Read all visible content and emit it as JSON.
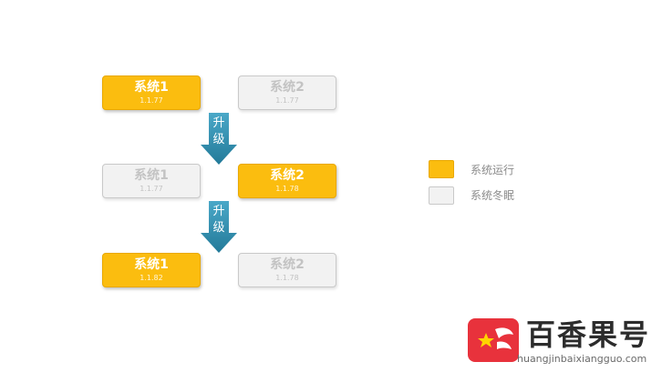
{
  "diagram": {
    "rows": [
      {
        "left": {
          "name": "系统1",
          "version": "1.1.77",
          "state": "active"
        },
        "right": {
          "name": "系统2",
          "version": "1.1.77",
          "state": "inactive"
        }
      },
      {
        "left": {
          "name": "系统1",
          "version": "1.1.77",
          "state": "inactive"
        },
        "right": {
          "name": "系统2",
          "version": "1.1.78",
          "state": "active"
        }
      },
      {
        "left": {
          "name": "系统1",
          "version": "1.1.82",
          "state": "active"
        },
        "right": {
          "name": "系统2",
          "version": "1.1.78",
          "state": "inactive"
        }
      }
    ],
    "arrows": [
      {
        "label_top": "升",
        "label_bottom": "级"
      },
      {
        "label_top": "升",
        "label_bottom": "级"
      }
    ]
  },
  "legend": {
    "active_label": "系统运行",
    "inactive_label": "系统冬眠"
  },
  "colors": {
    "active": "#fbbd0f",
    "inactive": "#f2f2f2",
    "arrow": "#2e8fb0"
  },
  "watermark": {
    "brand": "百香果号",
    "url": "huangjinbaixiangguo.com"
  }
}
